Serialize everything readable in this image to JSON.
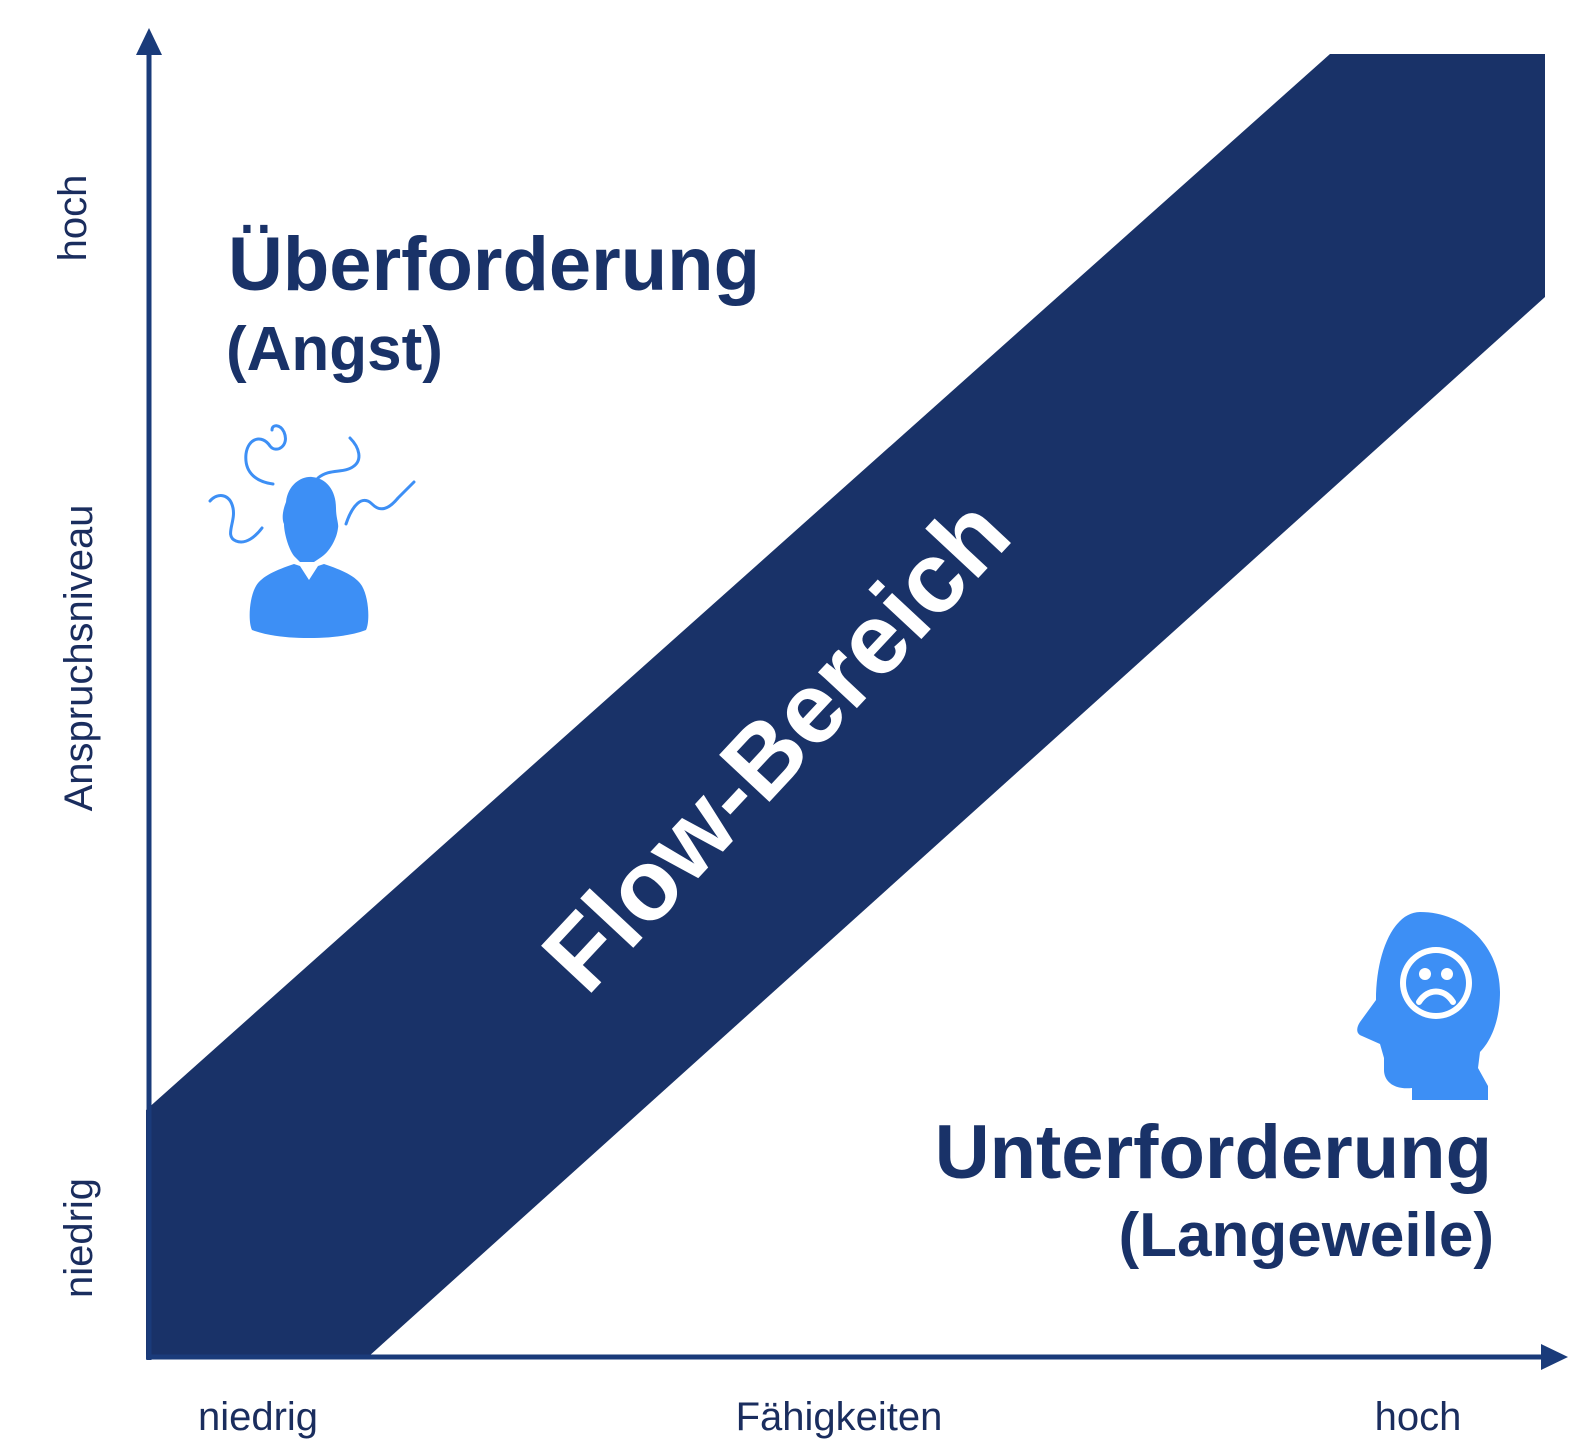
{
  "colors": {
    "band": "#193268",
    "axis": "#1a3b7a",
    "text": "#193268",
    "icon": "#3d8ff5",
    "background": "#ffffff"
  },
  "y_axis": {
    "title": "Anspruchsniveau",
    "low": "niedrig",
    "high": "hoch"
  },
  "x_axis": {
    "title": "Fähigkeiten",
    "low": "niedrig",
    "high": "hoch"
  },
  "zones": {
    "upper": {
      "title": "Überforderung",
      "subtitle": "(Angst)",
      "icon": "stressed-person-icon"
    },
    "band": {
      "label": "Flow-Bereich"
    },
    "lower": {
      "title": "Unterforderung",
      "subtitle": "(Langeweile)",
      "icon": "sad-head-icon"
    }
  }
}
